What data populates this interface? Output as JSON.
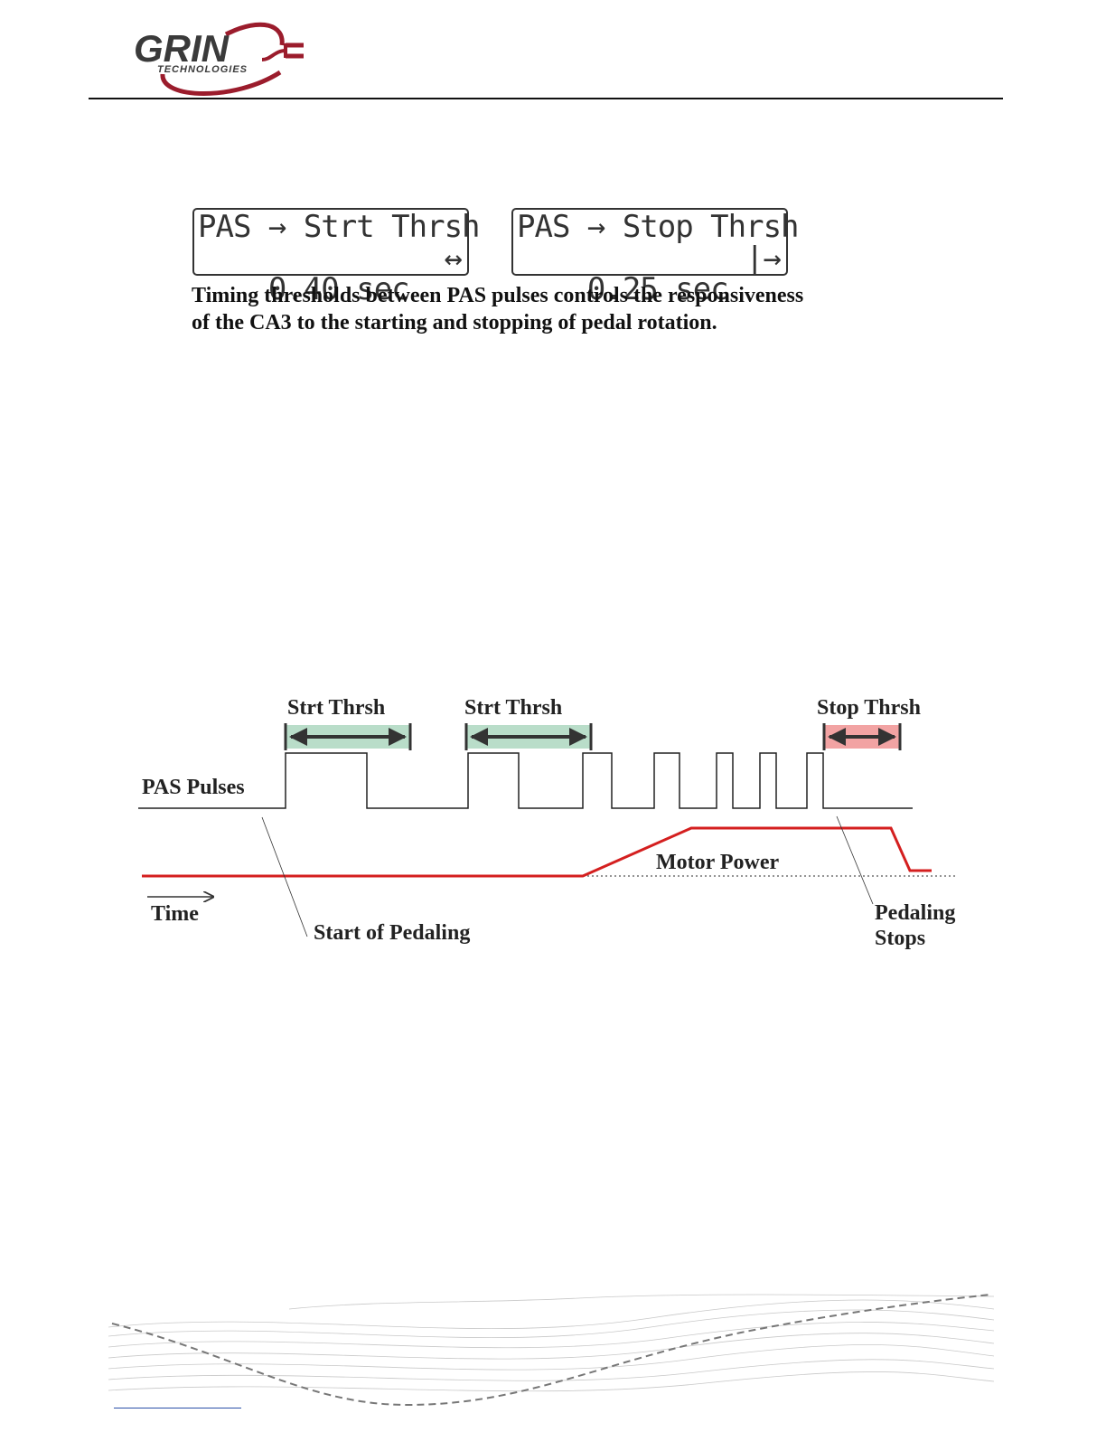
{
  "header": {
    "logo_word": "GRIN",
    "logo_sub": "TECHNOLOGIES",
    "colors": {
      "brand_red": "#9b1c2c",
      "brand_dark": "#3a3a3a"
    }
  },
  "lcd_start": {
    "line1": "PAS → Strt Thrsh",
    "line2": "0.40 sec",
    "arrow": "↔"
  },
  "lcd_stop": {
    "line1": "PAS → Stop Thrsh",
    "line2": "0.25 sec",
    "arrow": "|→"
  },
  "caption": {
    "line1": "Timing thresholds between PAS pulses controls the responsiveness",
    "line2": "of the CA3 to the starting and stopping of pedal rotation."
  },
  "diagram": {
    "label_strt1": "Strt Thrsh",
    "label_strt2": "Strt Thrsh",
    "label_stop": "Stop Thrsh",
    "label_pas": "PAS Pulses",
    "label_motor": "Motor Power",
    "label_time": "Time",
    "label_start_pedaling": "Start of Pedaling",
    "label_pedaling": "Pedaling",
    "label_stops": "Stops",
    "colors": {
      "motor_line": "#d41f1f",
      "start_band": "#b9ddc9",
      "stop_band": "#f2a3a3"
    }
  }
}
